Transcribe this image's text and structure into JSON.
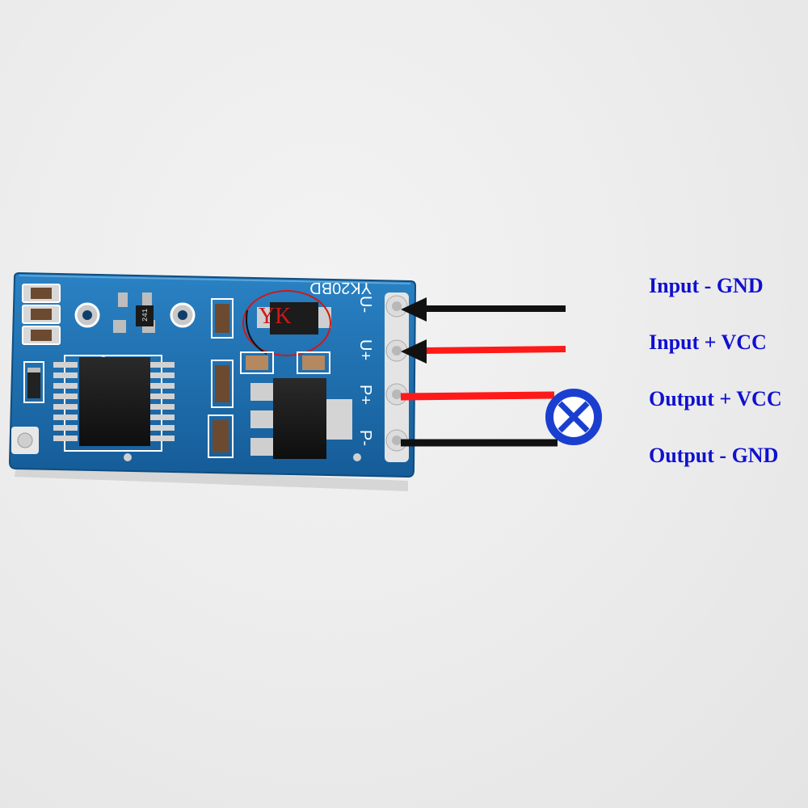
{
  "labels": {
    "input_gnd": "Input - GND",
    "input_vcc": "Input + VCC",
    "output_vcc": "Output + VCC",
    "output_gnd": "Output - GND"
  },
  "board": {
    "model": "YK20BD",
    "logo": "YK",
    "pins": [
      "U-",
      "U+",
      "P+",
      "P-"
    ],
    "ic_marking": "241"
  },
  "colors": {
    "label_text": "#1010d0",
    "wire_gnd": "#111111",
    "wire_vcc": "#ff1a1a",
    "pcb": "#1d6fb0",
    "background": "#eeeeee",
    "lamp": "#1a3fd0"
  },
  "icons": {
    "load": "lamp-symbol-icon"
  }
}
